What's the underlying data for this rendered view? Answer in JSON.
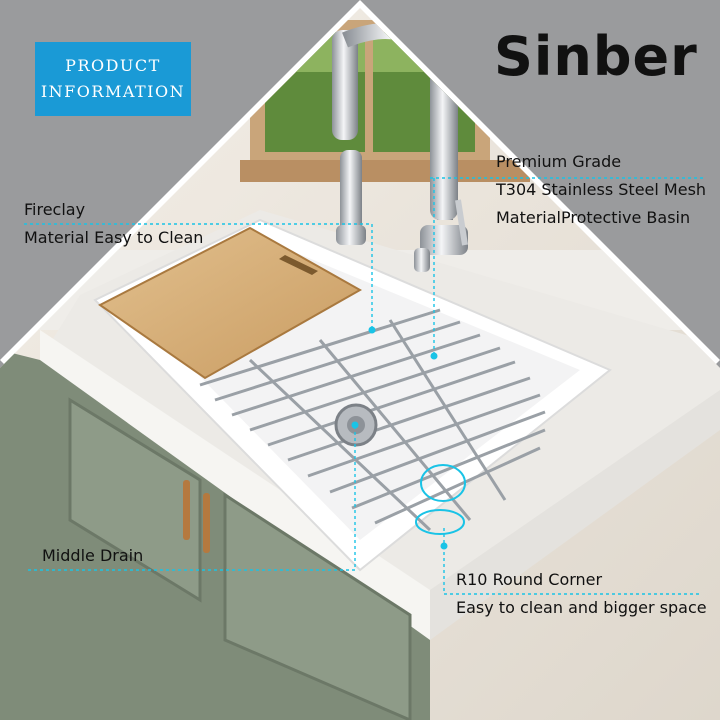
{
  "badge": {
    "line1": "PRODUCT",
    "line2": "INFORMATION"
  },
  "brand": "Sinber",
  "callouts": {
    "fireclay": {
      "line1": "Fireclay",
      "line2": "Material Easy to Clean"
    },
    "premium": {
      "line1": "Premium Grade",
      "line2": "T304 Stainless Steel Mesh",
      "line3": "MaterialProtective Basin"
    },
    "drain": {
      "line1": "Middle Drain"
    },
    "corner": {
      "line1": "R10 Round Corner",
      "line2": "Easy to clean and bigger space"
    }
  },
  "colors": {
    "accent": "#1a9ad6",
    "leader": "#19c3e6",
    "background": "#9a9b9d",
    "counter": "#eceae6",
    "cabinet": "#7f8c79",
    "cutting_board": "#d6b07a"
  }
}
